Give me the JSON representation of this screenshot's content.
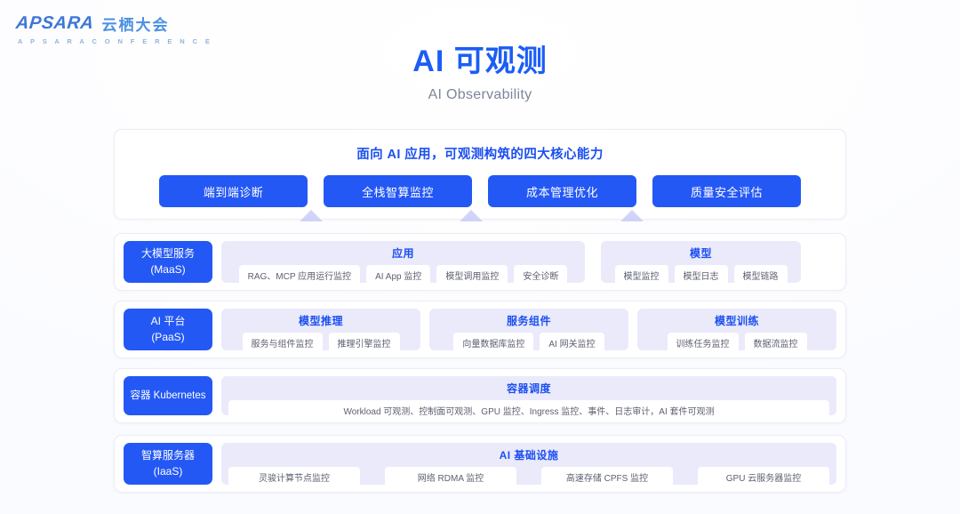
{
  "logo": {
    "brand_en": "APSARA",
    "brand_cn": "云栖大会",
    "tagline": "A P S A R A    C O N F E R E N C E"
  },
  "title": {
    "main": "AI 可观测",
    "sub": "AI Observability"
  },
  "colors": {
    "brand_blue": "#2458f5",
    "title_blue": "#1b5ef5",
    "group_bg": "#eaeafb",
    "card_border": "#ececf4",
    "arrow": "#c3c6f4"
  },
  "capability": {
    "heading": "面向 AI 应用，可观测构筑的四大核心能力",
    "buttons": [
      "端到端诊断",
      "全栈智算监控",
      "成本管理优化",
      "质量安全评估"
    ]
  },
  "layers": [
    {
      "label": "大模型服务\n(MaaS)",
      "label_line1": "大模型服务",
      "label_line2": "(MaaS)",
      "groups": [
        {
          "title": "应用",
          "items": [
            "RAG、MCP 应用运行监控",
            "AI App 监控",
            "模型调用监控",
            "安全诊断"
          ]
        },
        {
          "title": "模型",
          "items": [
            "模型监控",
            "模型日志",
            "模型链路"
          ]
        }
      ]
    },
    {
      "label_line1": "AI 平台",
      "label_line2": "(PaaS)",
      "groups": [
        {
          "title": "模型推理",
          "items": [
            "服务与组件监控",
            "推理引擎监控"
          ]
        },
        {
          "title": "服务组件",
          "items": [
            "向量数据库监控",
            "AI 网关监控"
          ]
        },
        {
          "title": "模型训练",
          "items": [
            "训练任务监控",
            "数据流监控"
          ]
        }
      ]
    },
    {
      "label_line1": "容器 Kubernetes",
      "label_line2": "",
      "groups": [
        {
          "title": "容器调度",
          "items": [
            "Workload 可观测、控制面可观测、GPU 监控、Ingress 监控、事件、日志审计，AI 套件可观测"
          ]
        }
      ]
    },
    {
      "label_line1": "智算服务器",
      "label_line2": "(IaaS)",
      "groups": [
        {
          "title": "AI 基础设施",
          "items": [
            "灵骏计算节点监控",
            "网络 RDMA 监控",
            "高速存储 CPFS 监控",
            "GPU 云服务器监控"
          ]
        }
      ]
    }
  ]
}
